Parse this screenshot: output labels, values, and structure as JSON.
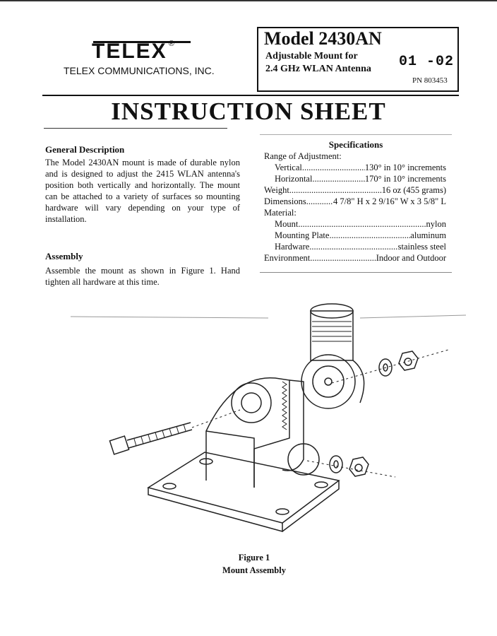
{
  "header": {
    "logo": "TELEX",
    "registered": "®",
    "company": "TELEX COMMUNICATIONS, INC.",
    "model": "Model 2430AN",
    "subtitle_line1": "Adjustable Mount for",
    "subtitle_line2": "2.4 GHz WLAN Antenna",
    "date_code": "01 -02",
    "part_number": "PN 803453"
  },
  "title": "INSTRUCTION SHEET",
  "general": {
    "heading": "General Description",
    "text": "The Model 2430AN mount is made of durable nylon and is designed to adjust the 2415 WLAN antenna's position both vertically and horizontally. The mount can be attached to a variety of surfaces so mounting hardware will vary depending on your type of installation."
  },
  "assembly": {
    "heading": "Assembly",
    "text": "Assemble the mount as shown in Figure 1. Hand tighten all hardware at this time."
  },
  "specifications": {
    "heading": "Specifications",
    "rows": [
      {
        "label": "Range of Adjustment:",
        "value": ""
      },
      {
        "label": "Vertical",
        "value": "130° in 10° increments"
      },
      {
        "label": "Horizontal",
        "value": "170° in 10° increments"
      },
      {
        "label": "Weight",
        "value": "16 oz (455 grams)"
      },
      {
        "label": "Dimensions",
        "value": "4 7/8\" H x 2 9/16\" W x 3 5/8\" L"
      },
      {
        "label": "Material:",
        "value": ""
      },
      {
        "label": "Mount",
        "value": "nylon"
      },
      {
        "label": "Mounting Plate",
        "value": "aluminum"
      },
      {
        "label": "Hardware",
        "value": "stainless steel"
      },
      {
        "label": "Environment",
        "value": "Indoor and Outdoor"
      }
    ]
  },
  "figure": {
    "label": "Figure 1",
    "caption": "Mount Assembly"
  }
}
